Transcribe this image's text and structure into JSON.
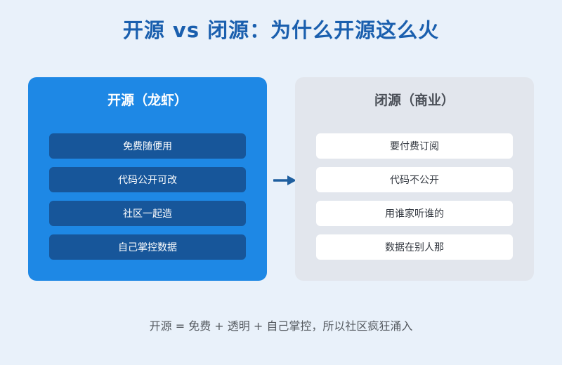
{
  "title": "开源 vs 闭源：为什么开源这么火",
  "colors": {
    "background": "#e9f1fa",
    "title": "#1a5fae",
    "open_panel": "#1e88e5",
    "open_item": "#17569a",
    "closed_panel": "#e2e6ed",
    "closed_item": "#ffffff",
    "arrow": "#1f5f9f"
  },
  "open_source": {
    "title": "开源（龙虾）",
    "items": [
      "免费随便用",
      "代码公开可改",
      "社区一起造",
      "自己掌控数据"
    ]
  },
  "arrow_icon": "arrow-right-icon",
  "closed_source": {
    "title": "闭源（商业）",
    "items": [
      "要付费订阅",
      "代码不公开",
      "用谁家听谁的",
      "数据在别人那"
    ]
  },
  "footer": "开源 = 免费 + 透明 + 自己掌控，所以社区疯狂涌入"
}
